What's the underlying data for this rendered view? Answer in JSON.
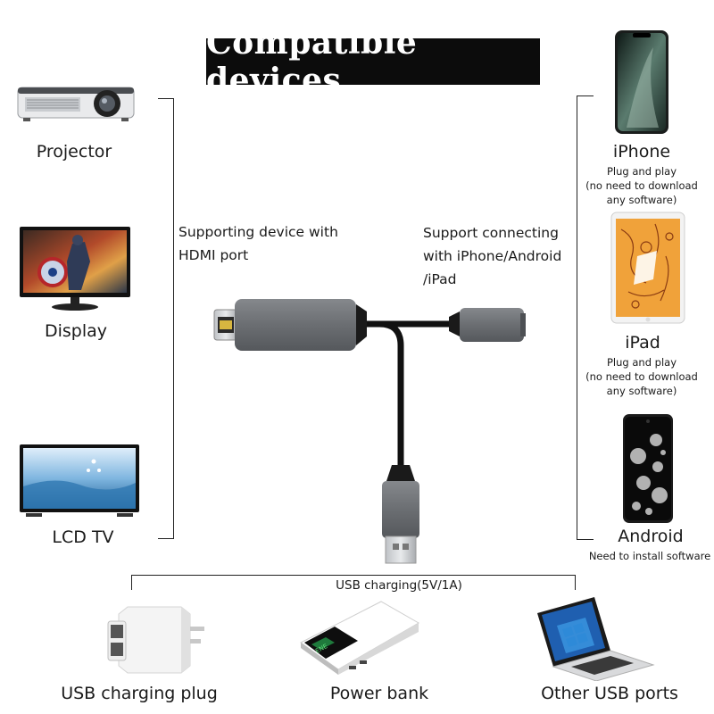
{
  "title": "Compatible devices",
  "left_devices": [
    {
      "label": "Projector",
      "icon": "projector-icon"
    },
    {
      "label": "Display",
      "icon": "monitor-icon"
    },
    {
      "label": "LCD TV",
      "icon": "tv-icon"
    }
  ],
  "right_devices": [
    {
      "label": "iPhone",
      "note_lines": [
        "Plug and play",
        "(no need to download",
        "any software)"
      ],
      "icon": "iphone-icon"
    },
    {
      "label": "iPad",
      "note_lines": [
        "Plug and play",
        "(no need to download",
        "any software)"
      ],
      "icon": "ipad-icon"
    },
    {
      "label": "Android",
      "note_lines": [
        "Need to install software"
      ],
      "icon": "android-phone-icon"
    }
  ],
  "center": {
    "hdmi_text_lines": [
      "Supporting device with",
      "HDMI port"
    ],
    "phone_text_lines": [
      "Support connecting",
      "with iPhone/Android",
      "/iPad"
    ]
  },
  "power": {
    "label": "USB charging(5V/1A)",
    "sources": [
      {
        "label": "USB charging plug",
        "icon": "usb-charger-icon"
      },
      {
        "label": "Power bank",
        "icon": "power-bank-icon"
      },
      {
        "label": "Other USB ports",
        "icon": "laptop-icon"
      }
    ]
  },
  "colors": {
    "title_bg": "#0c0c0c",
    "cable": "#6b6e72",
    "line": "#222222"
  }
}
